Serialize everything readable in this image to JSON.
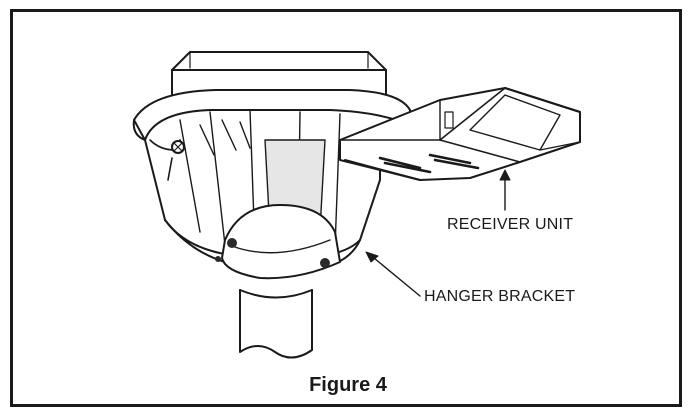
{
  "figure": {
    "caption": "Figure 4",
    "labels": {
      "receiver_unit": "RECEIVER UNIT",
      "hanger_bracket": "HANGER BRACKET"
    }
  },
  "colors": {
    "line": "#1a1a1a",
    "fill": "#ffffff",
    "shade": "#e6e6e6",
    "dark": "#2a2a2a"
  }
}
